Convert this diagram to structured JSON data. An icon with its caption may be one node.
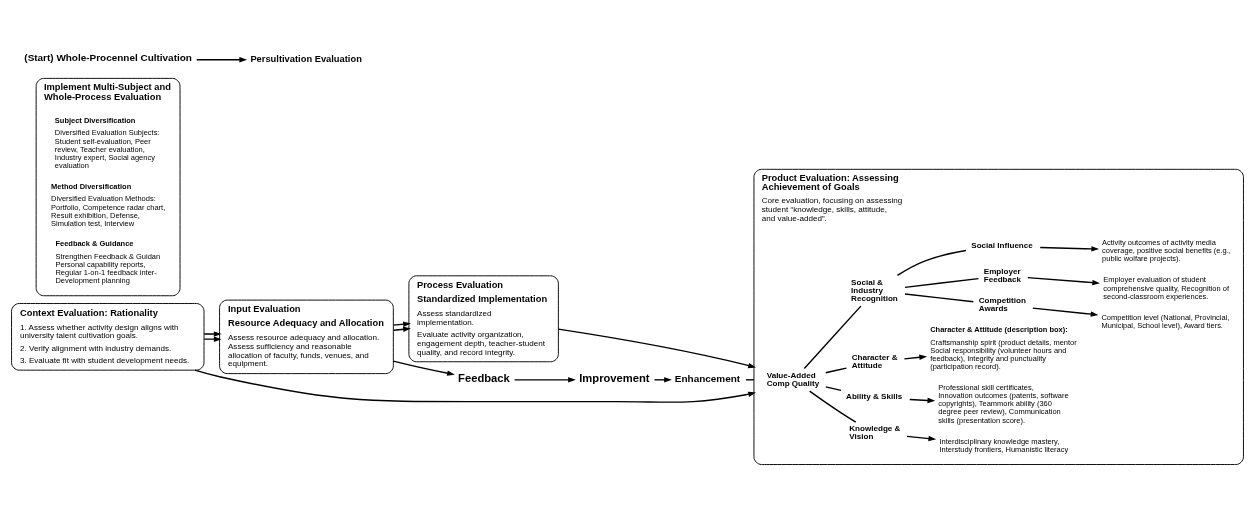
{
  "diagram": {
    "nodes": [
      {
        "text": [
          "Context Evaluation: Rationality",
          "1. Assess whether activity design aligns with university talent cultivation goals.",
          "2. Verify alignment with industry demands.",
          "3. Evaluate fit with student development needs."
        ]
      },
      {
        "text": [
          "Input Evaluation",
          "Resource Adequacy and Allocation",
          "Assess resource adequacy and allocation. Assess sufficiency and reasonable allocation of faculty, funds, venues, and equipment."
        ]
      },
      {
        "text": [
          "Process Evaluation",
          "Standardized Implementation",
          "Assess standardized implementation.",
          "Evaluate activity organization, engagement depth, teacher-student quality, and record integrity."
        ]
      },
      {
        "text": [
          "Product Evaluation: Assessing Achievement of Goals",
          "Core evaluation, focusing on assessing student “knowledge, skills, attitude, and value-added”."
        ]
      },
      {
        "text": [
          "Value-Added Comp Quality"
        ],
        "in": 3
      },
      {
        "text": [
          "Knowledge & Vision"
        ],
        "in": 3
      },
      {
        "text": [
          "Interdisciplinary knowledge mastery, Interstudy frontiers, Humanistic literacy"
        ],
        "in": 3
      },
      {
        "text": [
          "Ability & Skills"
        ],
        "in": 3
      },
      {
        "text": [
          "Professional skill certificates, Innovation outcomes (patents, software copyrights), Teammork ability (360 degree peer review), Communication skills (presentation score)."
        ],
        "in": 3
      },
      {
        "text": [
          "Character & Attitude"
        ],
        "in": 3
      },
      {
        "text": [
          "Character & Attitude (description box):",
          "Craftsmanship spirit (product details, mentor Social responsibility (volunteer hours and feedback), Integrity and punctuality (participation record)."
        ],
        "in": 3
      },
      {
        "text": [
          "Social & Industry Recognition"
        ],
        "in": 3
      },
      {
        "text": [
          "Competition Awards"
        ],
        "in": 3
      },
      {
        "text": [
          "Competition level (National, Provincial, Municipal, School level), Award tiers."
        ],
        "in": 3
      },
      {
        "text": [
          "Employer Feedback"
        ],
        "in": 3
      },
      {
        "text": [
          "Employer evaluation of student comprehensive quality, Recognition of second-classroom experiences."
        ],
        "in": 3
      },
      {
        "text": [
          "Social Influence"
        ],
        "in": 3
      },
      {
        "text": [
          "Activity outcomes of activity media coverage, positive social benefits (e.g., public wolfare projects)."
        ],
        "in": 3
      },
      {
        "text": [
          "Implement Multi-Subject and Whole-Process Evaluation"
        ]
      },
      {
        "text": [
          "Subject Diversification",
          "Diversified Evaluation Subjects: Student self-evaluation, Peer review, Teacher evaluation, Industry expert, Social agency evaluation"
        ],
        "in": 18
      },
      {
        "text": [
          "Method Diversification",
          "Diversified Evaluation Methods: Portfolio, Competence radar chart, Result exhibition, Defense, Simulation test, Interview"
        ],
        "in": 18
      },
      {
        "text": [
          "Feedback & Guidance",
          "Strengthen Feedback & Guidan Personal capability reports, Regular 1-on-1 feedback inter- Development planning"
        ],
        "in": 18
      },
      {
        "text": [
          "(Start) Whole-Procennel Cultivation"
        ]
      },
      {
        "text": [
          "Persultivation Evaluation"
        ]
      },
      {
        "text": [
          "Feedback"
        ]
      },
      {
        "text": [
          "Improvement"
        ]
      },
      {
        "text": [
          "Enhancement"
        ]
      }
    ],
    "edges": [
      {
        "from": 0,
        "to": 1,
        "arrow": "to"
      },
      {
        "from": 0,
        "to": 1,
        "arrow": "to"
      },
      {
        "from": 0,
        "to": 3,
        "arrow": "to"
      },
      {
        "from": 1,
        "to": 2,
        "arrow": "to"
      },
      {
        "from": 1,
        "to": 2,
        "arrow": "to"
      },
      {
        "from": 2,
        "to": 3,
        "arrow": "to"
      },
      {
        "from": 1,
        "to": 24,
        "arrow": "to"
      },
      {
        "from": 4,
        "to": 11,
        "arrow": "none"
      },
      {
        "from": 4,
        "to": 5,
        "arrow": "none"
      },
      {
        "from": 4,
        "to": 7,
        "arrow": "none"
      },
      {
        "from": 4,
        "to": 9,
        "arrow": "none"
      },
      {
        "from": 5,
        "to": 6,
        "arrow": "to"
      },
      {
        "from": 7,
        "to": 8,
        "arrow": "to"
      },
      {
        "from": 9,
        "to": 10,
        "arrow": "to"
      },
      {
        "from": 11,
        "to": 12,
        "arrow": "none"
      },
      {
        "from": 11,
        "to": 14,
        "arrow": "none"
      },
      {
        "from": 11,
        "to": 16,
        "arrow": "none"
      },
      {
        "from": 12,
        "to": 13,
        "arrow": "to"
      },
      {
        "from": 14,
        "to": 15,
        "arrow": "to"
      },
      {
        "from": 16,
        "to": 17,
        "arrow": "to"
      },
      {
        "from": 22,
        "to": 23,
        "arrow": "to"
      },
      {
        "from": 24,
        "to": 25,
        "arrow": "to"
      },
      {
        "from": 25,
        "to": 26,
        "arrow": "to"
      },
      {
        "from": 26,
        "to": 3,
        "arrow": "none"
      }
    ]
  }
}
